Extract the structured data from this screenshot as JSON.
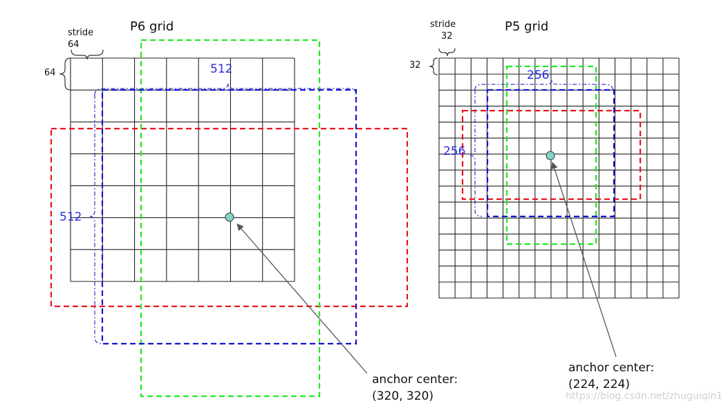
{
  "p6": {
    "title": "P6 grid",
    "stride_word": "stride",
    "stride_value": "64",
    "side_label": "64",
    "dim_top": "512",
    "dim_left": "512"
  },
  "p5": {
    "title": "P5 grid",
    "stride_word": "stride",
    "stride_value": "32",
    "side_label": "32",
    "dim_top": "256",
    "dim_left": "256"
  },
  "annotations": {
    "p6_line1": "anchor center:",
    "p6_line2": "(320, 320)",
    "p5_line1": "anchor center:",
    "p5_line2": "(224, 224)"
  },
  "watermark": "https://blog.csdn.net/zhuguiqin1",
  "colors": {
    "grid": "#222222",
    "red": "#e8141c",
    "green": "#22e822",
    "blue": "#1414d6",
    "dashdot": "#3a3ad0",
    "anchor": "#7fd6c8",
    "label_blue": "#2a2ae0"
  }
}
